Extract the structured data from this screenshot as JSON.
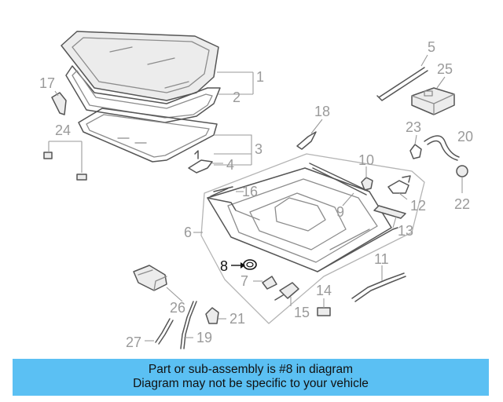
{
  "diagram": {
    "callouts": [
      "1",
      "2",
      "3",
      "4",
      "5",
      "6",
      "7",
      "8",
      "9",
      "10",
      "11",
      "12",
      "13",
      "14",
      "15",
      "16",
      "17",
      "18",
      "19",
      "20",
      "21",
      "22",
      "23",
      "24",
      "25",
      "26",
      "27"
    ],
    "highlighted": "8"
  },
  "banner": {
    "line1": "Part or sub-assembly is #8 in diagram",
    "line2": "Diagram may not be specific to your vehicle"
  }
}
